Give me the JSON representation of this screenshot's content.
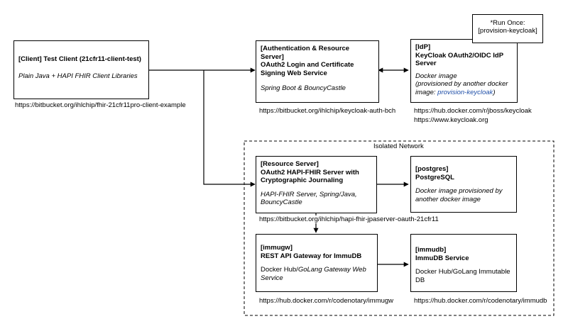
{
  "client": {
    "title": "[Client] Test Client (21cfr11-client-test)",
    "subtitle": "Plain Java + HAPI FHIR Client Libraries",
    "url": "https://bitbucket.org/ihlchip/fhir-21cfr11pro-client-example"
  },
  "auth_server": {
    "title_lines": [
      "[Authentication & Resource Server]",
      "OAuth2 Login and Certificate",
      "Signing Web Service"
    ],
    "subtitle": "Spring Boot & BouncyCastle",
    "url": "https://bitbucket.org/ihlchip/keycloak-auth-bch"
  },
  "idp": {
    "title_lines": [
      "[IdP]",
      "KeyCloak OAuth2/OIDC IdP",
      "Server"
    ],
    "desc_lines": [
      "Docker image",
      "(provisioned by another docker"
    ],
    "desc_prefix": "image: ",
    "desc_link": "provision-keycloak",
    "desc_suffix": ")",
    "urls": [
      "https://hub.docker.com/r/jboss/keycloak",
      "https://www.keycloak.org"
    ]
  },
  "run_once": {
    "lines": [
      "*Run Once:",
      "[provision-keycloak]"
    ]
  },
  "isolated_network": {
    "label": "Isolated Network"
  },
  "resource_server": {
    "title_lines": [
      "[Resource Server]",
      "OAuth2 HAPI-FHIR Server with",
      "Cryptographic Journaling"
    ],
    "subtitle_lines": [
      "HAPI-FHIR Server, Spring/Java,",
      "BouncyCastle"
    ],
    "url": "https://bitbucket.org/ihlchip/hapi-fhir-jpaserver-oauth-21cfr11"
  },
  "postgres": {
    "title_lines": [
      "[postgres]",
      "PostgreSQL"
    ],
    "subtitle_lines": [
      "Docker image provisioned by",
      "another docker image"
    ]
  },
  "immugw": {
    "title_lines": [
      "[immugw]",
      "REST API Gateway for ImmuDB"
    ],
    "desc_prefix": "Docker Hub/",
    "desc_italic_lines": [
      "GoLang Gateway Web",
      "Service"
    ],
    "url": "https://hub.docker.com/r/codenotary/immugw"
  },
  "immudb": {
    "title_lines": [
      "[immudb]",
      "ImmuDB Service"
    ],
    "desc_lines": [
      "Docker Hub/GoLang Immutable",
      "DB"
    ],
    "url": "https://hub.docker.com/r/codenotary/immudb"
  }
}
